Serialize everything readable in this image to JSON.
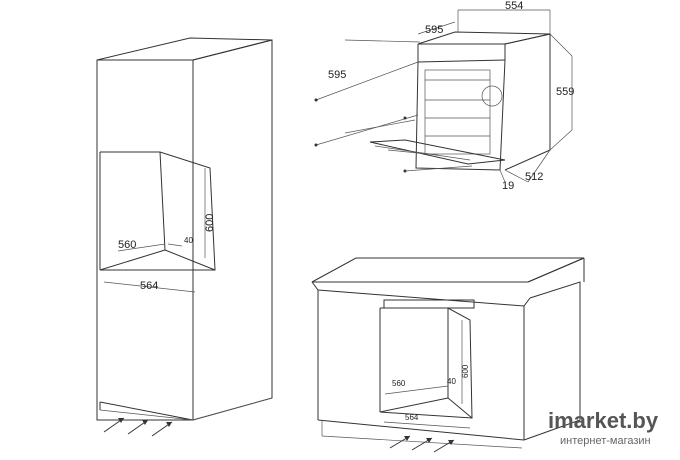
{
  "column_cabinet": {
    "height_label": "600",
    "width_label": "560",
    "depth_label": "40",
    "opening_label": "564"
  },
  "oven": {
    "width_top_label": "554",
    "width_front_label": "595",
    "height_left_label": "595",
    "height_right_label": "559",
    "depth_label": "512",
    "door_label": "19"
  },
  "counter_cabinet": {
    "height_label": "600",
    "width_label": "560",
    "depth_label": "40",
    "opening_label": "564"
  },
  "watermark": {
    "main": "imarket.by",
    "sub": "интернет-магазин"
  }
}
